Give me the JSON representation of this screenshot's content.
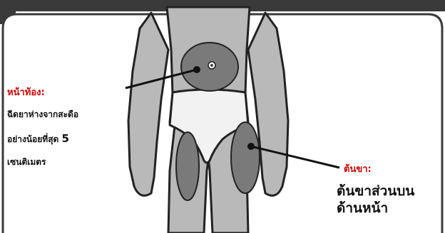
{
  "abdomen": {
    "title": "หน้าท้อง:",
    "line1": "ฉีดยาห่างจากสะดือ",
    "line2": "อย่างน้อยที่สุด",
    "line2_number": "5",
    "line3": "เซนติเมตร"
  },
  "thigh": {
    "title": "ต้นขา:",
    "line1": "ต้นขาส่วนบน",
    "line2": "ด้านหน้า"
  },
  "colors": {
    "header": "#3a3a3a",
    "skin": "#b9b9b9",
    "injection_zone": "#7a7a7a",
    "underwear": "#f2f2f2",
    "label_red": "#cc0000"
  }
}
